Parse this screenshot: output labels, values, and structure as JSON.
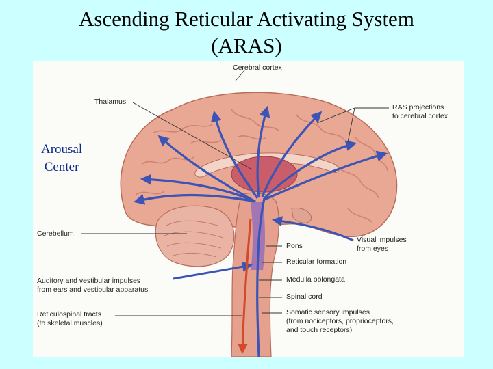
{
  "title": {
    "line1": "Ascending Reticular Activating System",
    "line2": "(ARAS)"
  },
  "overlay_label": {
    "line1": "Arousal",
    "line2": "Center",
    "color": "#0b2a8c"
  },
  "figure_labels": {
    "cerebral_cortex": "Cerebral cortex",
    "thalamus": "Thalamus",
    "ras_projections_1": "RAS projections",
    "ras_projections_2": "to cerebral cortex",
    "cerebellum": "Cerebellum",
    "pons": "Pons",
    "visual_1": "Visual impulses",
    "visual_2": "from eyes",
    "reticular_formation": "Reticular formation",
    "auditory_1": "Auditory and vestibular impulses",
    "auditory_2": "from ears and vestibular apparatus",
    "medulla": "Medulla oblongata",
    "spinal_cord": "Spinal cord",
    "reticulospinal_1": "Reticulospinal tracts",
    "reticulospinal_2": "(to skeletal muscles)",
    "somatic_1": "Somatic sensory impulses",
    "somatic_2": "(from nociceptors, proprioceptors,",
    "somatic_3": "and touch receptors)"
  },
  "colors": {
    "background": "#ccffff",
    "brain": "#e9a893",
    "brain_dark": "#c9786a",
    "thalamus": "#c95d6a",
    "pathway_blue": "#3b54b5",
    "pathway_red": "#d24a2a"
  }
}
